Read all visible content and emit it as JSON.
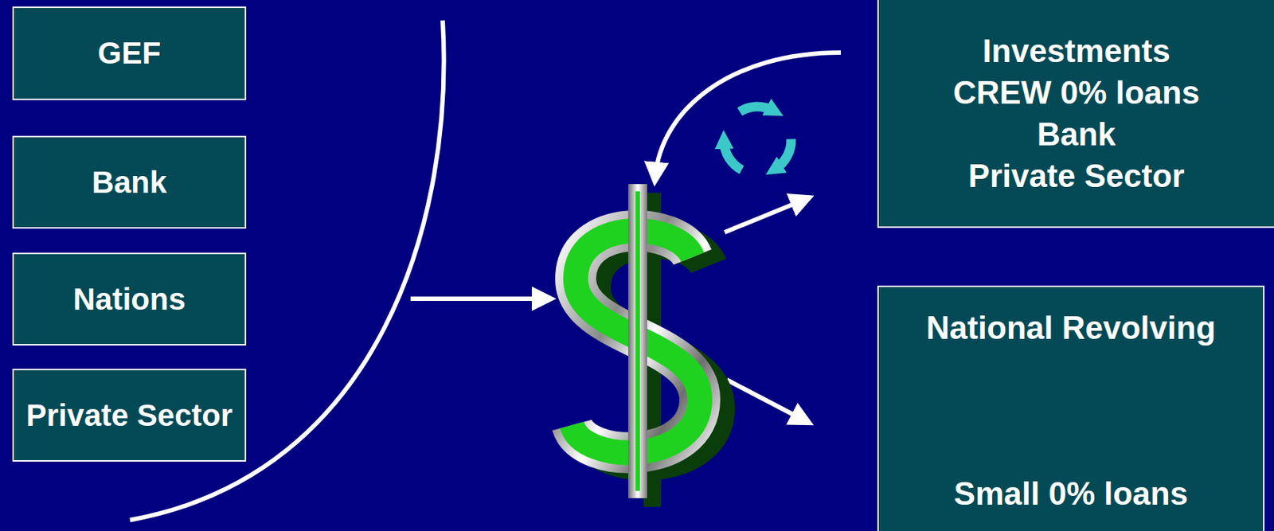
{
  "diagram": {
    "nodes": [
      {
        "text": [
          "GEF"
        ]
      },
      {
        "text": [
          "Bank"
        ]
      },
      {
        "text": [
          "Nations"
        ]
      },
      {
        "text": [
          "Private Sector"
        ]
      },
      {
        "text": [
          "Investments",
          "CREW 0% loans",
          "Bank",
          "Private Sector"
        ]
      },
      {
        "text": [
          "National Revolving",
          "Small 0% loans"
        ]
      }
    ]
  }
}
